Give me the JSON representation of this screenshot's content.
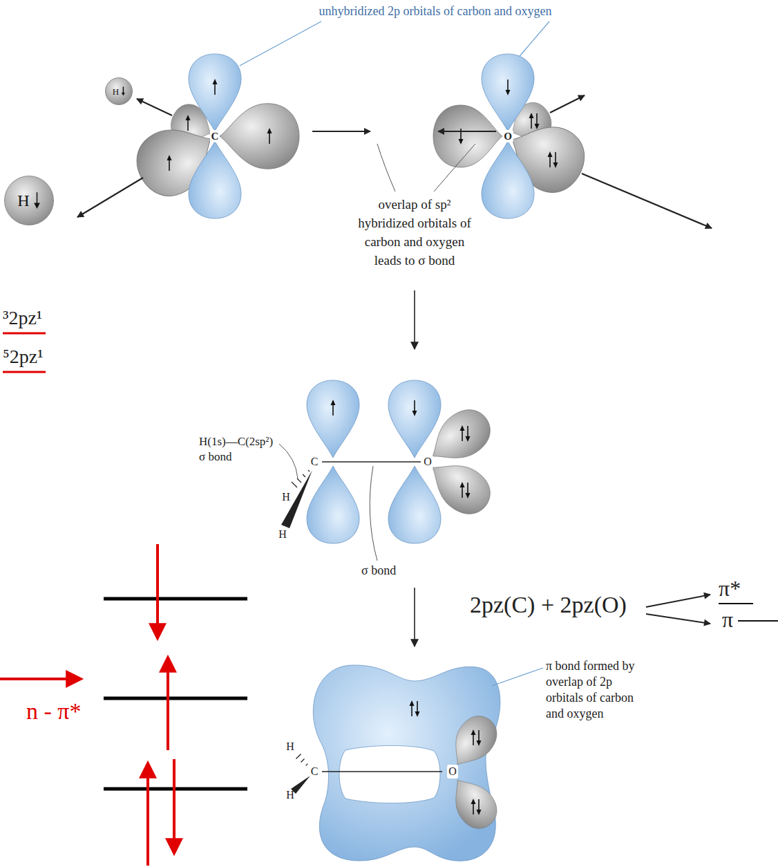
{
  "diagram": {
    "nodes": [
      {
        "text": [
          "H"
        ]
      },
      {
        "text": [
          "H"
        ]
      }
    ],
    "labels": [
      "unhybridized 2p orbitals of carbon and oxygen",
      "C",
      "O",
      "overlap of sp² hybridized orbitals of carbon and oxygen leads to σ bond",
      "³2pz¹",
      "⁵2pz¹",
      "H(1s)—C(2sp²) σ bond",
      "H",
      "H",
      "C",
      "O",
      "σ bond",
      "2pz(C) + 2pz(O)",
      "π*",
      "π",
      "n - π*",
      "π bond formed by overlap of 2p orbitals of carbon and oxygen",
      "H",
      "H",
      "C",
      "O"
    ]
  }
}
